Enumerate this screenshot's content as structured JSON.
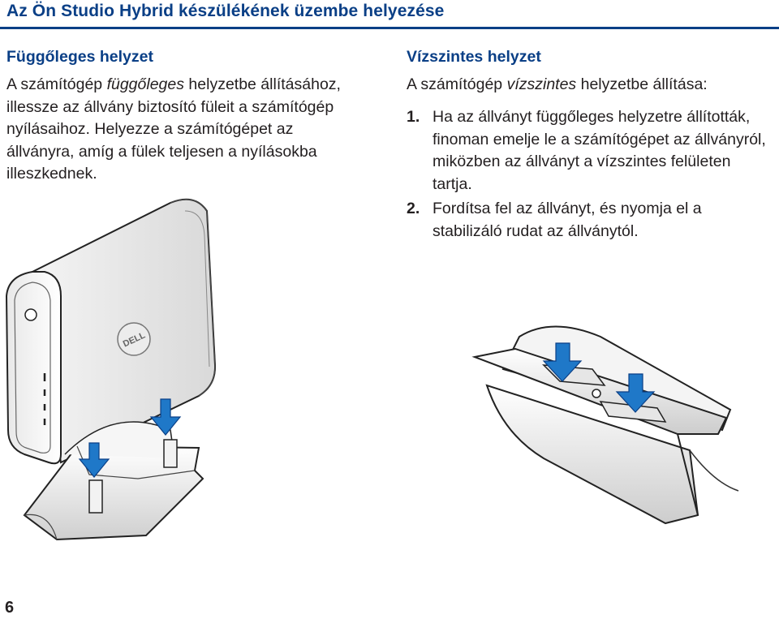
{
  "header": {
    "title": "Az Ön Studio Hybrid készülékének üzembe helyezése"
  },
  "vertical": {
    "title": "Függőleges helyzet",
    "text_before": "A számítógép ",
    "text_emph": "függőleges",
    "text_after": " helyzetbe állításához, illessze az állvány biztosító füleit a számítógép nyílásaihoz. Helyezze a számítógépet az állványra, amíg a fülek teljesen a nyílásokba illeszkednek."
  },
  "horizontal": {
    "title": "Vízszintes helyzet",
    "intro_before": "A számítógép ",
    "intro_emph": "vízszintes",
    "intro_after": " helyzetbe állítása:",
    "steps": [
      {
        "num": "1.",
        "text": "Ha az állványt függőleges helyzetre állították, finoman emelje le a számítógépet az állványról, miközben az állványt a vízszintes felületen tartja."
      },
      {
        "num": "2.",
        "text": "Fordítsa fel az állványt, és nyomja el a stabilizáló rudat az állványtól."
      }
    ]
  },
  "illustrations": {
    "logo_text": "DELL",
    "arrow_color": "#1f78c8"
  },
  "page_number": "6"
}
